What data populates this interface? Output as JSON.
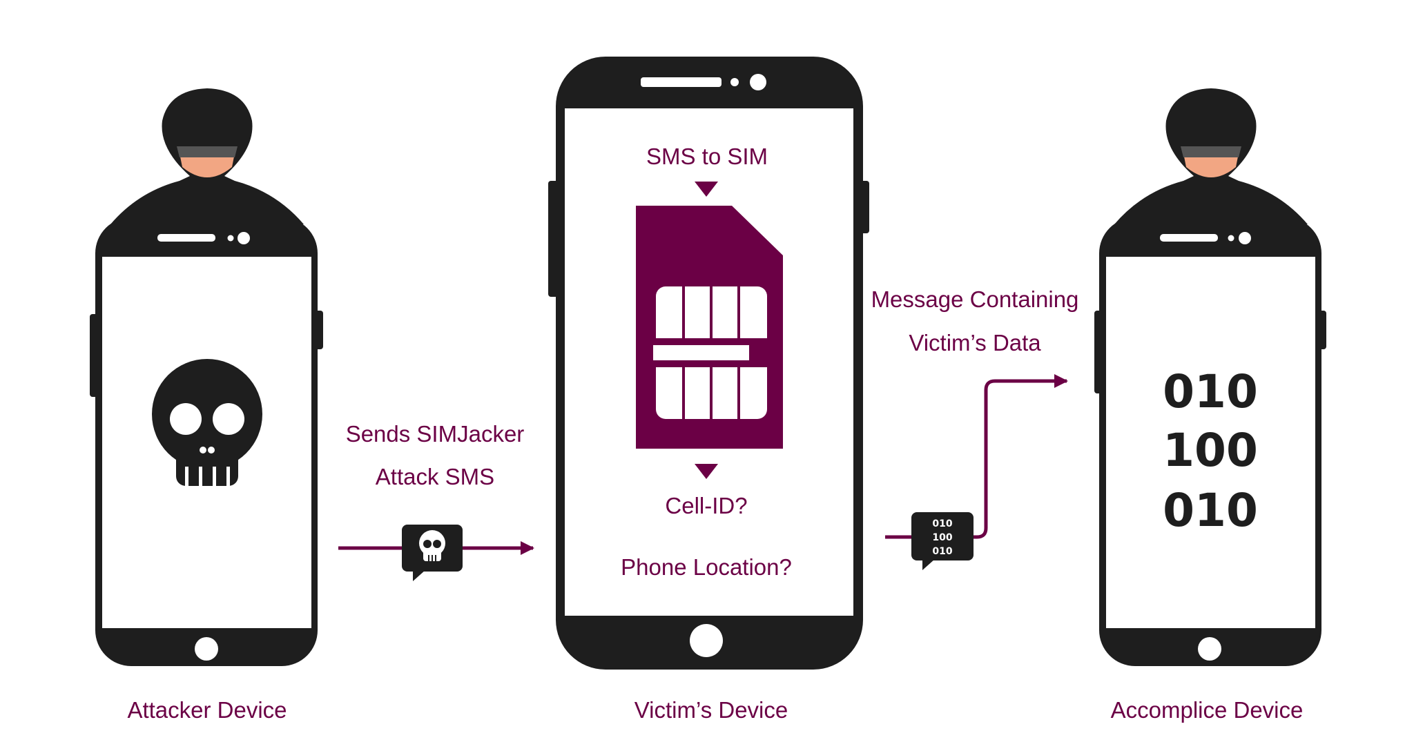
{
  "colors": {
    "accent": "#6b0045",
    "device": "#1e1e1e",
    "skin": "#f2a683",
    "screen": "#ffffff"
  },
  "devices": [
    {
      "id": "attacker",
      "label": "Attacker Device",
      "screen_icon": "skull-icon"
    },
    {
      "id": "victim",
      "label": "Victim’s Device",
      "screen_icon": "sim-card-icon"
    },
    {
      "id": "accomplice",
      "label": "Accomplice Device",
      "screen_icon": "binary-data-icon"
    }
  ],
  "victim_screen": {
    "top_text": "SMS to SIM",
    "query_1": "Cell-ID?",
    "query_2": "Phone Location?"
  },
  "accomplice_screen": {
    "binary_lines": [
      "010",
      "100",
      "010"
    ]
  },
  "flows": {
    "attack": {
      "line_1": "Sends SIMJacker",
      "line_2": "Attack SMS",
      "bubble_icon": "skull-message-icon"
    },
    "exfil": {
      "line_1": "Message Containing",
      "line_2": "Victim’s Data",
      "bubble_lines": [
        "010",
        "100",
        "010"
      ]
    }
  }
}
